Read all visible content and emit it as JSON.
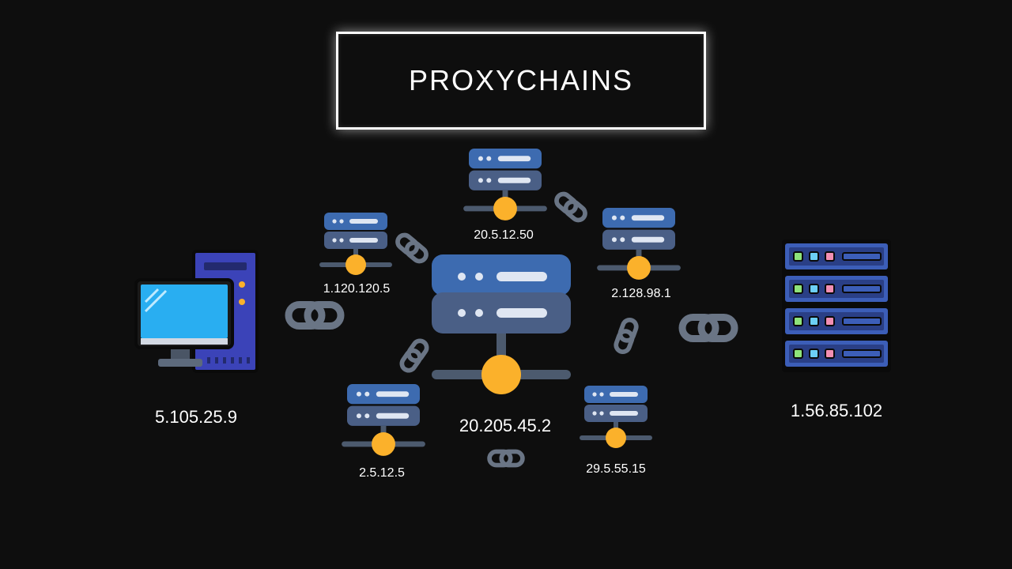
{
  "title": "PROXYCHAINS",
  "client": {
    "ip": "5.105.25.9",
    "icon": "desktop-computer-icon"
  },
  "destination": {
    "ip": "1.56.85.102",
    "icon": "server-rack-icon"
  },
  "central_proxy": {
    "ip": "20.205.45.2",
    "icon": "network-server-icon"
  },
  "proxies": [
    {
      "ip": "20.5.12.50"
    },
    {
      "ip": "1.120.120.5"
    },
    {
      "ip": "2.128.98.1"
    },
    {
      "ip": "2.5.12.5"
    },
    {
      "ip": "29.5.55.15"
    }
  ],
  "colors": {
    "background": "#0e0e0e",
    "server_blue_light": "#3d6bb0",
    "server_blue_dark": "#4a5f86",
    "node_orange": "#fbb12b",
    "chain_gray": "#6a7585",
    "monitor_blue": "#29aef1",
    "tower_purple": "#3b43b8",
    "rack_blue": "#3c5eb8"
  }
}
